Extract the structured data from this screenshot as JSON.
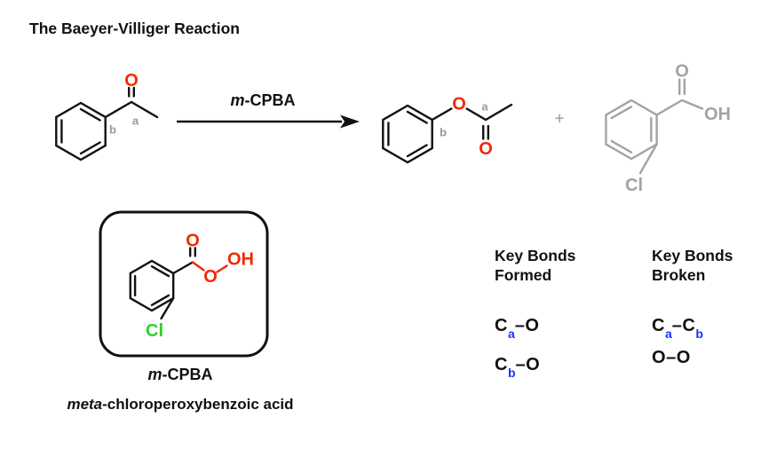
{
  "title": "The Baeyer-Villiger Reaction",
  "colors": {
    "structure_black": "#111111",
    "oxygen_red": "#f12a00",
    "chlorine_green": "#2bd12b",
    "subscript_blue": "#1733ff",
    "byproduct_gray": "#a3a3a3",
    "locant_gray": "#999999"
  },
  "scheme": {
    "reagent_prefix": "m",
    "reagent_rest": "-CPBA",
    "plus_sign": "+",
    "reactant": {
      "carbonyl_o": "O",
      "label_a": "a",
      "label_b": "b"
    },
    "ester_product": {
      "ester_o": "O",
      "carbonyl_o": "O",
      "label_a": "a",
      "label_b": "b"
    },
    "byproduct": {
      "carbonyl_o": "O",
      "hydroxyl": "OH",
      "chlorine": "Cl"
    }
  },
  "mcpba_box": {
    "carbonyl_o": "O",
    "peroxy_o": "O",
    "hydroxyl": "OH",
    "chlorine": "Cl",
    "name_prefix": "m",
    "name_rest": "-CPBA",
    "full_name_prefix": "meta",
    "full_name_rest": "-chloroperoxybenzoic acid"
  },
  "key_bonds": {
    "formed": {
      "title_line1": "Key Bonds",
      "title_line2": "Formed",
      "bonds": [
        {
          "a1": "C",
          "s1": "a",
          "dash": "–",
          "a2": "O",
          "s2": ""
        },
        {
          "a1": "C",
          "s1": "b",
          "dash": "–",
          "a2": "O",
          "s2": ""
        }
      ]
    },
    "broken": {
      "title_line1": "Key Bonds",
      "title_line2": "Broken",
      "bonds": [
        {
          "a1": "C",
          "s1": "a",
          "dash": "–",
          "a2": "C",
          "s2": "b"
        },
        {
          "a1": "O",
          "s1": "",
          "dash": "–",
          "a2": "O",
          "s2": ""
        }
      ]
    }
  }
}
